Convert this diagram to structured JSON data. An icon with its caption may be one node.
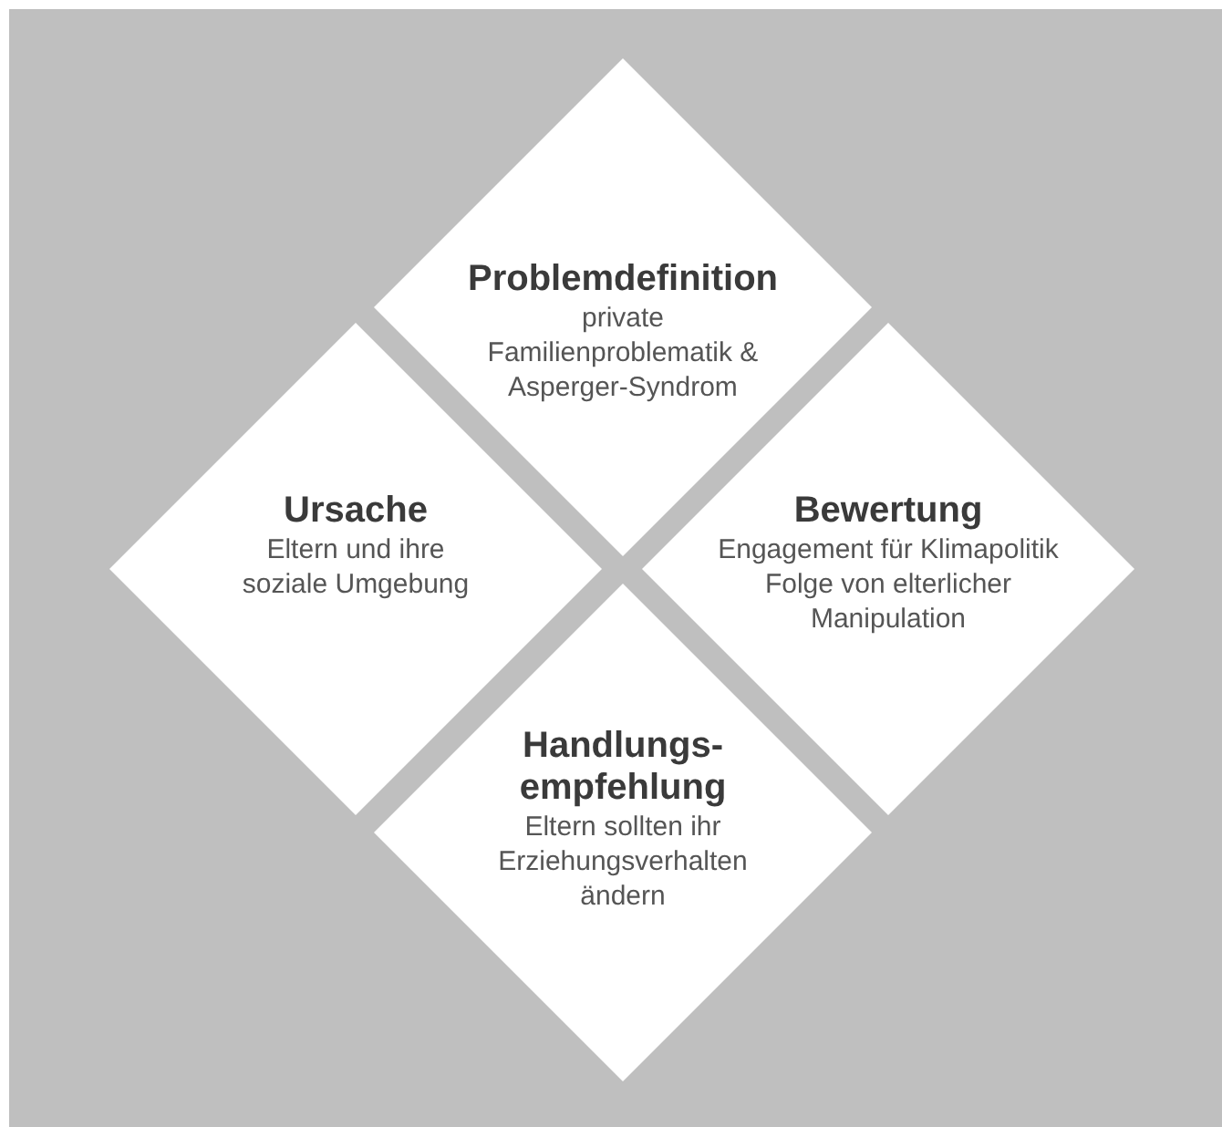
{
  "diagram": {
    "nodes": [
      {
        "text": [
          "Problemdefinition",
          "private Familienproblematik & Asperger-Syndrom"
        ]
      },
      {
        "text": [
          "Ursache",
          "Eltern und ihre soziale Umgebung"
        ]
      },
      {
        "text": [
          "Bewertung",
          "Engagement für Klimapolitik Folge von elterlicher Manipulation"
        ]
      },
      {
        "text": [
          "Handlungs-empfehlung",
          "Eltern sollten ihr Erziehungsverhalten ändern"
        ]
      }
    ]
  }
}
